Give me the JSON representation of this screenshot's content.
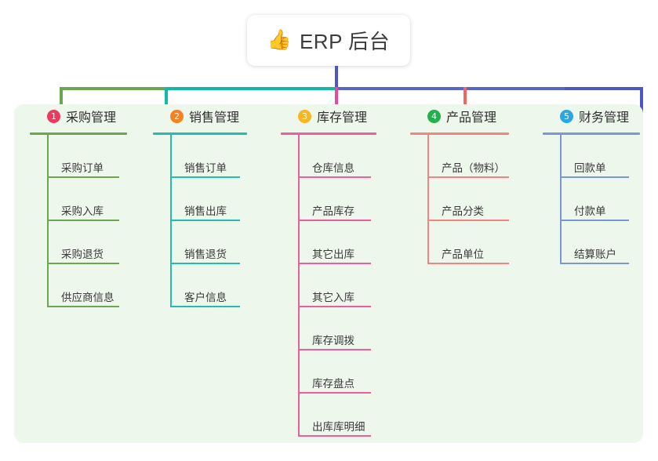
{
  "root": {
    "icon": "thumbs-up-icon",
    "icon_glyph": "👍",
    "title": "ERP 后台",
    "stem_color": "#4a57c4"
  },
  "connectors": {
    "bus_colors": [
      "#6aa84f",
      "#14b8a6",
      "#5766cb",
      "#4a57c4"
    ],
    "drop_colors": [
      "#6aa84f",
      "#14b8a6",
      "#ec4899",
      "#f4655f",
      "#4a57c4"
    ]
  },
  "panel": {
    "background": "#eef7ec"
  },
  "columns": [
    {
      "index": "1",
      "badge_color": "#ec3a5e",
      "line_color": "#6aa84f",
      "title": "采购管理",
      "head_rule_width": 124,
      "leaf_rule_width": 92,
      "leaf_height": 55,
      "items": [
        {
          "label": "采购订单"
        },
        {
          "label": "采购入库"
        },
        {
          "label": "采购退货"
        },
        {
          "label": "供应商信息"
        }
      ]
    },
    {
      "index": "2",
      "badge_color": "#f5821f",
      "line_color": "#23bcb0",
      "title": "销售管理",
      "head_rule_width": 120,
      "leaf_rule_width": 89,
      "leaf_height": 55,
      "items": [
        {
          "label": "销售订单"
        },
        {
          "label": "销售出库"
        },
        {
          "label": "销售退货"
        },
        {
          "label": "客户信息"
        }
      ]
    },
    {
      "index": "3",
      "badge_color": "#f9b61e",
      "line_color": "#ec5f9e",
      "title": "库存管理",
      "head_rule_width": 122,
      "leaf_rule_width": 93,
      "leaf_height": 55,
      "items": [
        {
          "label": "仓库信息"
        },
        {
          "label": "产品库存"
        },
        {
          "label": "其它出库"
        },
        {
          "label": "其它入库"
        },
        {
          "label": "库存调拨"
        },
        {
          "label": "库存盘点"
        },
        {
          "label": "出库库明细"
        }
      ]
    },
    {
      "index": "4",
      "badge_color": "#22b14c",
      "line_color": "#f4847e",
      "title": "产品管理",
      "head_rule_width": 126,
      "leaf_rule_width": 104,
      "leaf_height": 55,
      "items": [
        {
          "label": "产品（物料）"
        },
        {
          "label": "产品分类"
        },
        {
          "label": "产品单位"
        }
      ]
    },
    {
      "index": "5",
      "badge_color": "#29a8e0",
      "line_color": "#7b96d4",
      "title": "财务管理",
      "head_rule_width": 124,
      "leaf_rule_width": 88,
      "leaf_height": 55,
      "items": [
        {
          "label": "回款单"
        },
        {
          "label": "付款单"
        },
        {
          "label": "结算账户"
        }
      ]
    }
  ]
}
